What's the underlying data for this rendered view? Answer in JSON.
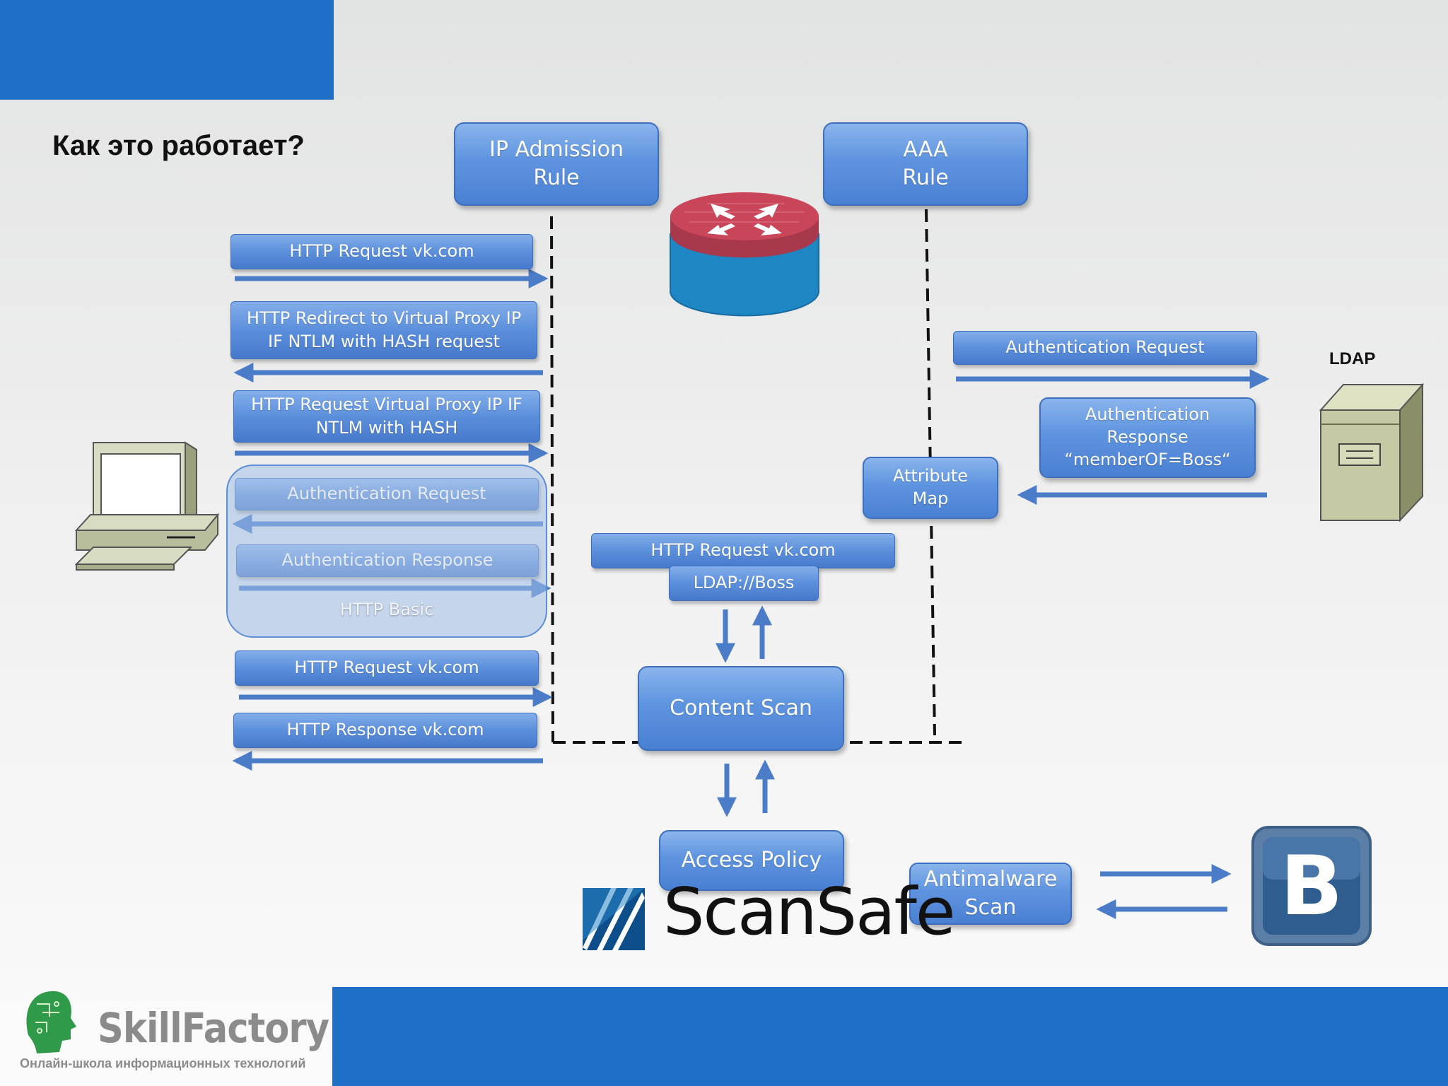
{
  "title": "Как это работает?",
  "boxes": {
    "ip_admission_rule": "IP Admission\nRule",
    "aaa_rule": "AAA\nRule",
    "attribute_map": "Attribute\nMap",
    "content_scan": "Content Scan",
    "access_policy": "Access Policy",
    "antimalware_scan": "Antimalware\nScan"
  },
  "left_messages": {
    "http_request_1": "HTTP Request vk.com",
    "http_redirect": "HTTP Redirect to Virtual Proxy IP\nIF NTLM with HASH request",
    "http_request_virtual": "HTTP Request Virtual Proxy IP IF\nNTLM with HASH",
    "auth_request": "Authentication Request",
    "auth_response": "Authentication Response",
    "http_basic": "HTTP Basic",
    "http_request_2": "HTTP Request vk.com",
    "http_response": "HTTP Response vk.com"
  },
  "right_messages": {
    "auth_request": "Authentication  Request",
    "auth_response": "Authentication\nResponse\n“memberOF=Boss“"
  },
  "center_messages": {
    "http_request": "HTTP Request vk.com",
    "ldap_boss": "LDAP://Boss"
  },
  "ldap_label": "LDAP",
  "scansafe_logo_text": "ScanSafe",
  "vk_logo_letter": "B",
  "skillfactory": {
    "name": "SkillFactory",
    "tagline": "Онлайн-школа информационных технологий"
  },
  "colors": {
    "brand_blue": "#1f6fc6",
    "box_blue": "#5e94df",
    "arrow_blue": "#4a7cc8",
    "router_red": "#c9455a",
    "router_blue": "#1f86c4"
  }
}
